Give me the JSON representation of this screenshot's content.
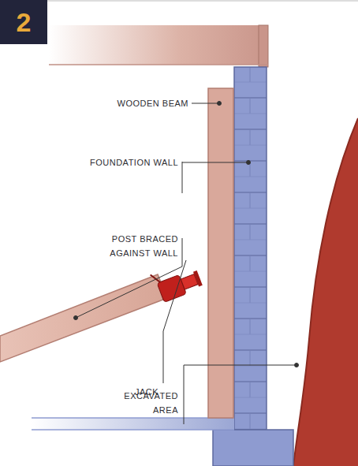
{
  "diagram": {
    "nodes": [
      {
        "text": [
          "2"
        ]
      }
    ],
    "labels": [
      "WOODEN BEAM",
      "FOUNDATION WALL",
      "POST BRACED AGAINST WALL",
      "JACK",
      "EXCAVATED AREA"
    ]
  }
}
